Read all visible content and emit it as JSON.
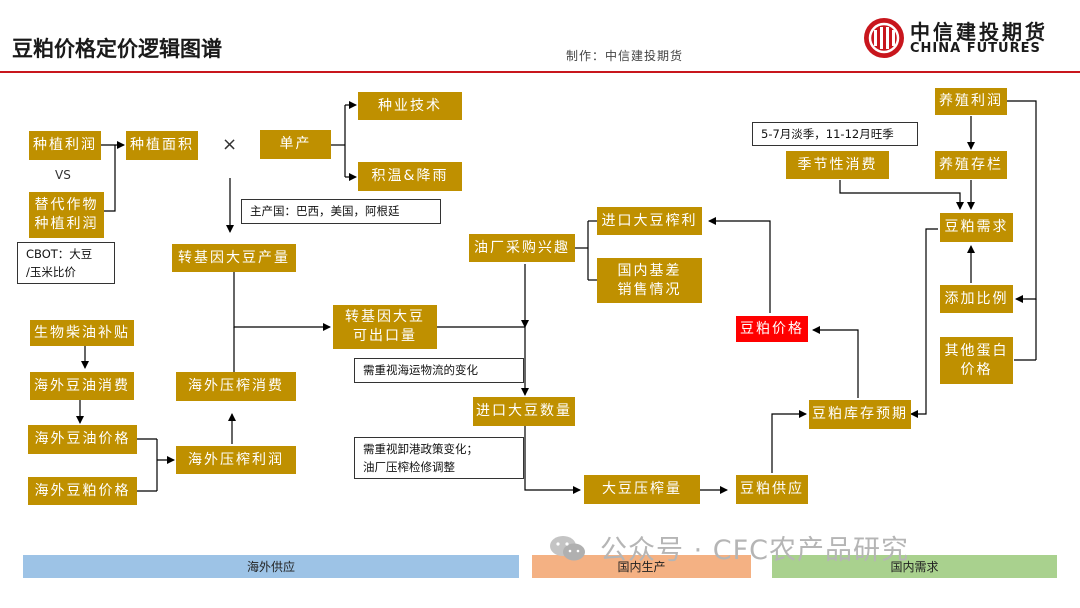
{
  "header": {
    "title": "豆粕价格定价逻辑图谱",
    "maker": "制作：中信建投期货",
    "brand_cn": "中信建投期货",
    "brand_en": "CHINA FUTURES"
  },
  "nodes": {
    "planting_profit": "种植利润",
    "alt_crop_profit": "替代作物\n种植利润",
    "planting_area": "种植面积",
    "yield": "单产",
    "seed_tech": "种业技术",
    "temp_rain": "积温&降雨",
    "gmo_output": "转基因大豆产量",
    "biodiesel": "生物柴油补贴",
    "overseas_oil_cons": "海外豆油消费",
    "overseas_oil_price": "海外豆油价格",
    "overseas_meal_price": "海外豆粕价格",
    "overseas_crush_cons": "海外压榨消费",
    "overseas_crush_profit": "海外压榨利润",
    "gmo_export": "转基因大豆\n可出口量",
    "mill_interest": "油厂采购兴趣",
    "import_margin": "进口大豆榨利",
    "basis_sales": "国内基差\n销售情况",
    "import_volume": "进口大豆数量",
    "crush_volume": "大豆压榨量",
    "meal_supply": "豆粕供应",
    "meal_stock_exp": "豆粕库存预期",
    "meal_price": "豆粕价格",
    "season_cons": "季节性消费",
    "breeding_profit": "养殖利润",
    "livestock": "养殖存栏",
    "meal_demand": "豆粕需求",
    "add_ratio": "添加比例",
    "other_protein": "其他蛋白\n价格"
  },
  "notes": {
    "vs": "VS",
    "times": "×",
    "cbot": "CBOT：大豆\n/玉米比价",
    "producers": "主产国：巴西，美国，阿根廷",
    "shipping": "需重视海运物流的变化",
    "port_policy": "需重视卸港政策变化；\n油厂压榨检修调整",
    "season_note": "5-7月淡季，11-12月旺季"
  },
  "bands": {
    "overseas_supply": "海外供应",
    "domestic_production": "国内生产",
    "domestic_demand": "国内需求"
  },
  "colors": {
    "node": "#bf9000",
    "highlight": "#ff0000",
    "band_overseas": "#9dc3e6",
    "band_production": "#f4b183",
    "band_demand": "#a9d18e",
    "rule": "#c8161d"
  },
  "watermark": "公众号 · CFC农产品研究"
}
